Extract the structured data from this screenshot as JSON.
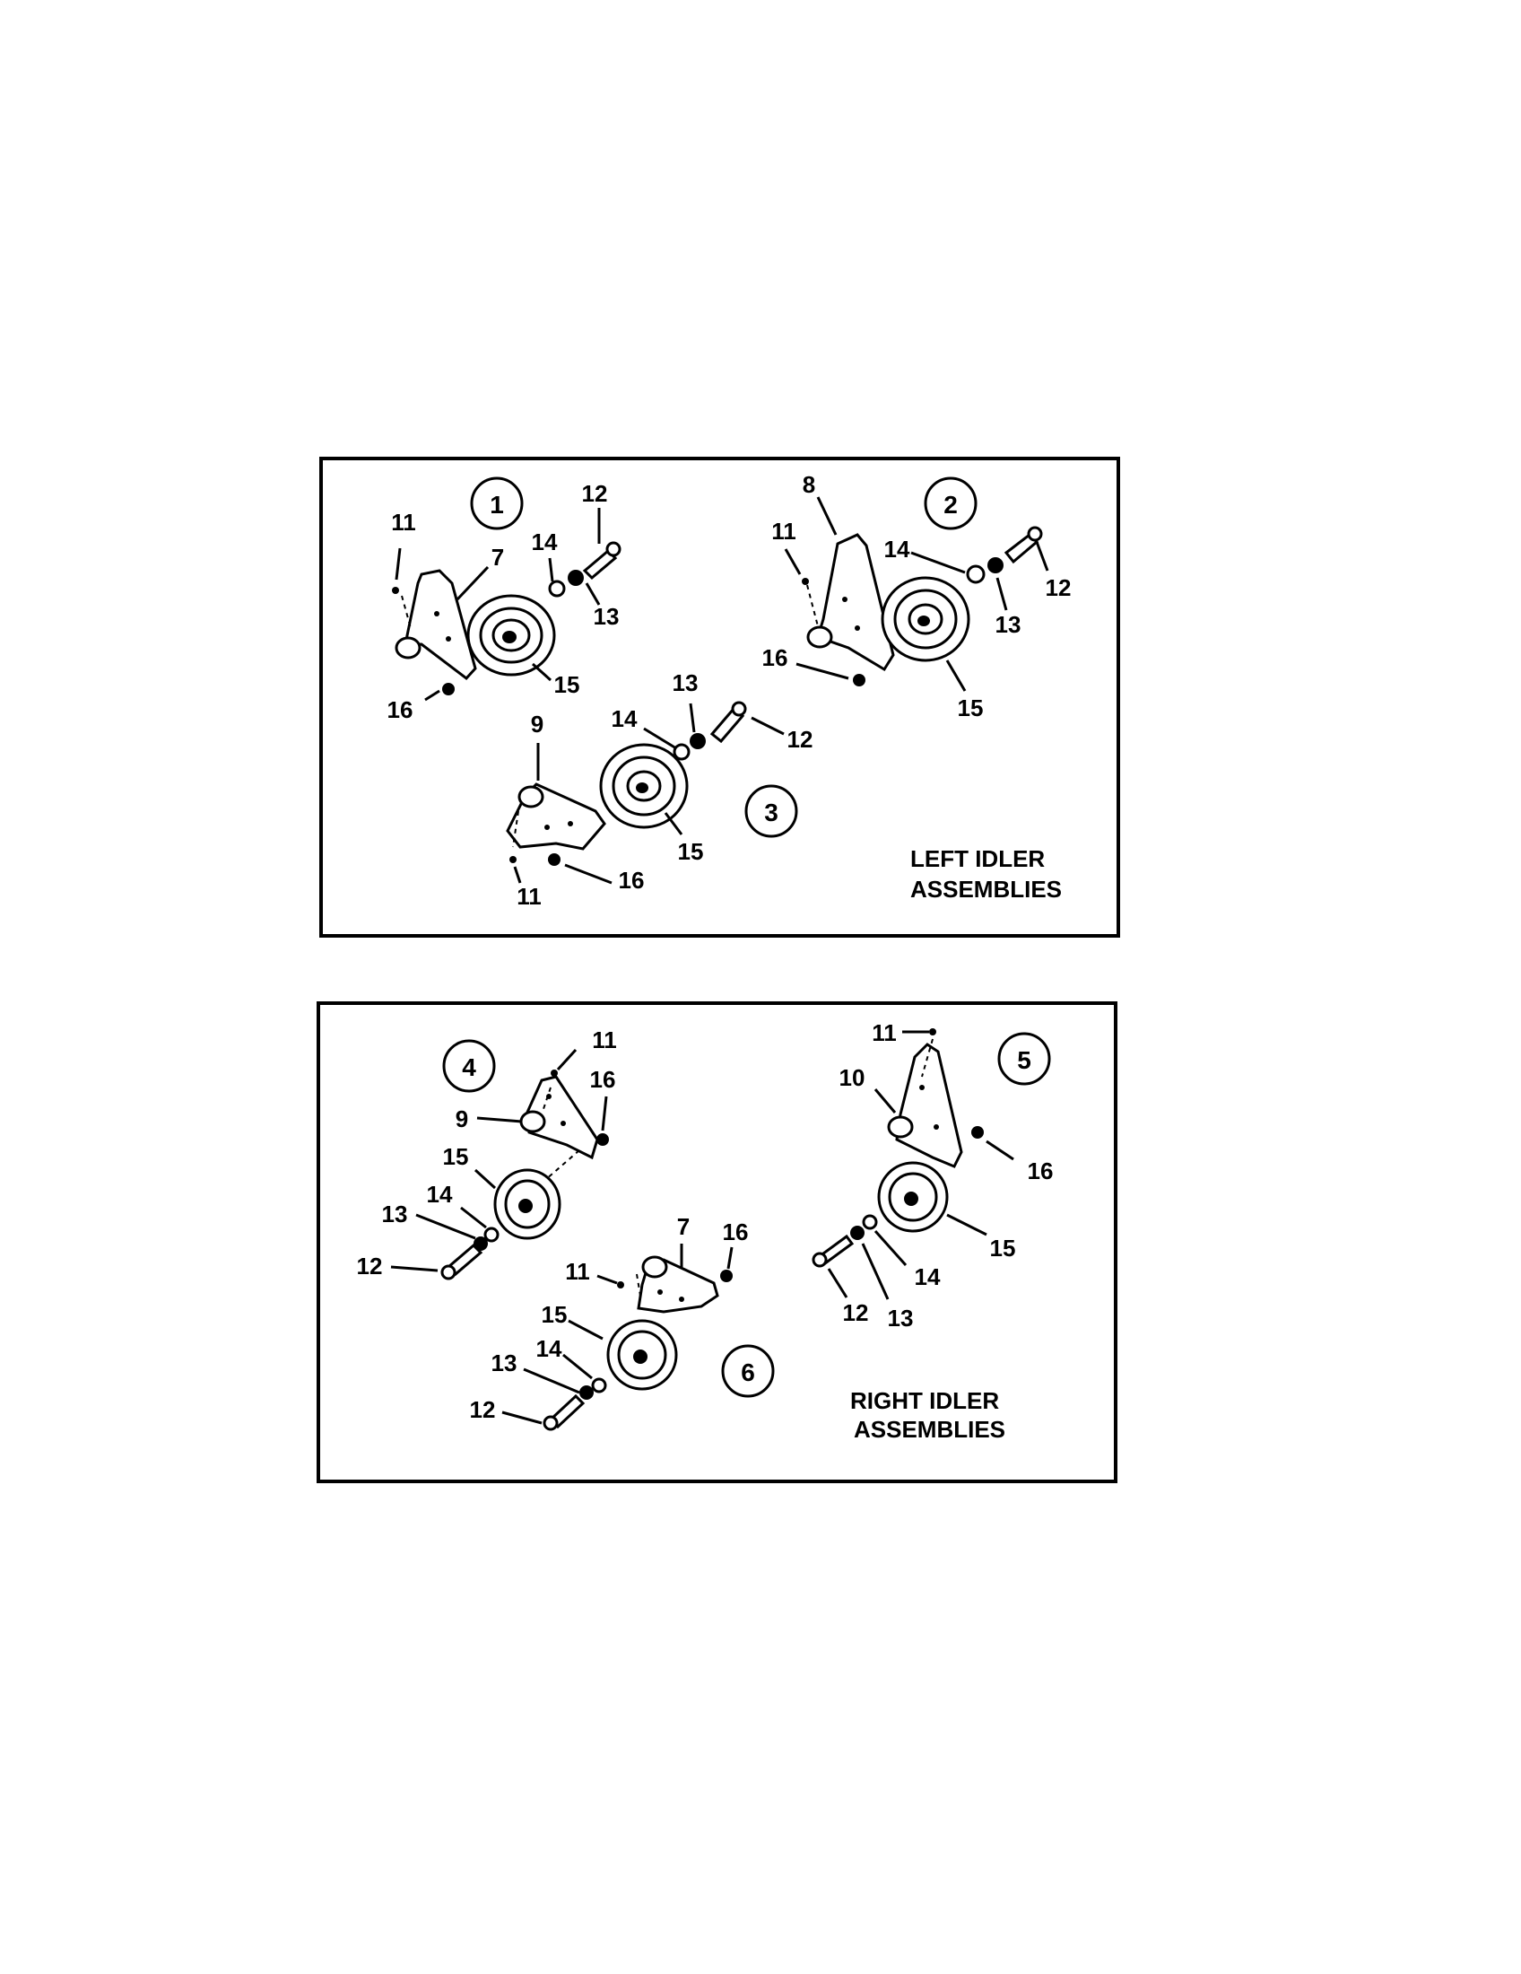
{
  "panels": [
    {
      "title_line1": "LEFT IDLER",
      "title_line2": "ASSEMBLIES",
      "assemblies": [
        {
          "number": "1",
          "parts": [
            "11",
            "7",
            "14",
            "12",
            "13",
            "15",
            "16"
          ]
        },
        {
          "number": "2",
          "parts": [
            "8",
            "11",
            "14",
            "12",
            "13",
            "16",
            "15"
          ]
        },
        {
          "number": "3",
          "parts": [
            "9",
            "14",
            "13",
            "12",
            "15",
            "11",
            "16"
          ]
        }
      ]
    },
    {
      "title_line1": "RIGHT IDLER",
      "title_line2": "ASSEMBLIES",
      "assemblies": [
        {
          "number": "4",
          "parts": [
            "11",
            "16",
            "9",
            "15",
            "14",
            "13",
            "12"
          ]
        },
        {
          "number": "5",
          "parts": [
            "11",
            "10",
            "16",
            "15",
            "14",
            "13",
            "12"
          ]
        },
        {
          "number": "6",
          "parts": [
            "7",
            "16",
            "11",
            "15",
            "14",
            "13",
            "12"
          ]
        }
      ]
    }
  ]
}
